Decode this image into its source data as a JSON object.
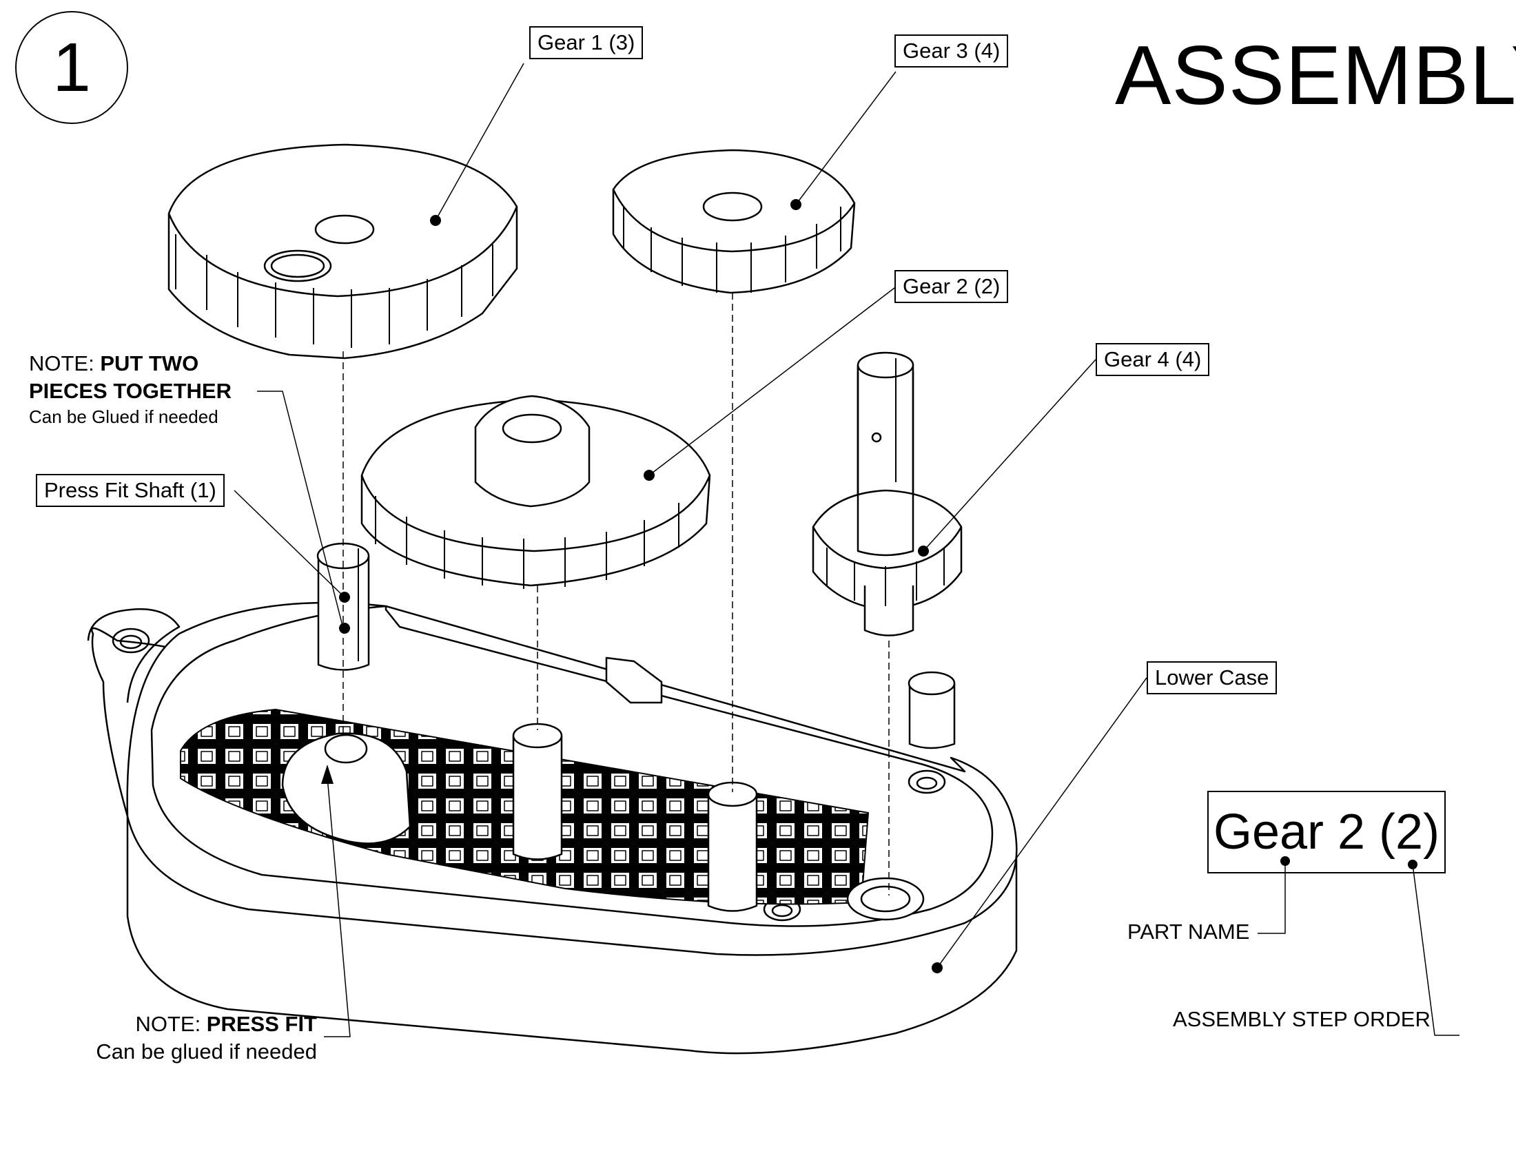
{
  "page": {
    "step_number": "1",
    "title": "ASSEMBLY"
  },
  "callouts": {
    "gear1": "Gear 1 (3)",
    "gear3": "Gear 3 (4)",
    "gear2": "Gear 2 (2)",
    "gear4": "Gear 4 (4)",
    "press_fit_shaft": "Press Fit Shaft (1)",
    "lower_case": "Lower Case"
  },
  "notes": {
    "top": {
      "prefix": "NOTE: ",
      "bold_line1": "PUT TWO",
      "bold_line2": "PIECES TOGETHER",
      "detail": "Can be Glued if needed"
    },
    "bottom": {
      "prefix": "NOTE: ",
      "bold": "PRESS FIT",
      "detail": "Can be glued if needed"
    }
  },
  "legend": {
    "example": "Gear 2 (2)",
    "part_name_label": "PART NAME",
    "step_order_label": "ASSEMBLY STEP ORDER"
  }
}
